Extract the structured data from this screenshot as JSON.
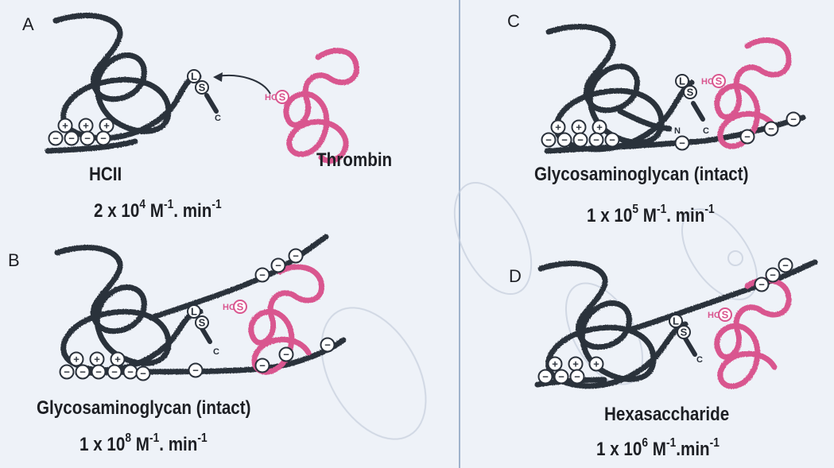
{
  "colors": {
    "background": "#eef2f8",
    "hcii": "#2a313b",
    "thrombin": "#d9568f",
    "divider": "#9fb3cc",
    "text": "#1d1f24"
  },
  "panels": [
    {
      "letter": "A",
      "labels": {
        "protein": "HCII",
        "enzyme": "Thrombin"
      },
      "rate": {
        "base": "2 x 10",
        "exp": "4",
        "unit": "M",
        "unit_exp": "-1",
        "tail": ". min",
        "tail_exp": "-1"
      }
    },
    {
      "letter": "B",
      "caption": "Glycosaminoglycan (intact)",
      "rate": {
        "base": "1 x 10",
        "exp": "8",
        "unit": "M",
        "unit_exp": "-1",
        "tail": ". min",
        "tail_exp": "-1"
      }
    },
    {
      "letter": "C",
      "caption": "Glycosaminoglycan (intact)",
      "rate": {
        "base": "1 x 10",
        "exp": "5",
        "unit": "M",
        "unit_exp": "-1",
        "tail": ". min",
        "tail_exp": "-1"
      }
    },
    {
      "letter": "D",
      "caption": "Hexasaccharide",
      "rate": {
        "base": "1 x 10",
        "exp": "6",
        "unit": "M",
        "unit_exp": "-1",
        "tail": ".min",
        "tail_exp": "-1"
      }
    }
  ],
  "markers": {
    "leu": "L",
    "ser": "S",
    "hydroxyl": "HO-",
    "n_term": "N",
    "c_term": "C",
    "plus": "+",
    "minus": "−"
  }
}
